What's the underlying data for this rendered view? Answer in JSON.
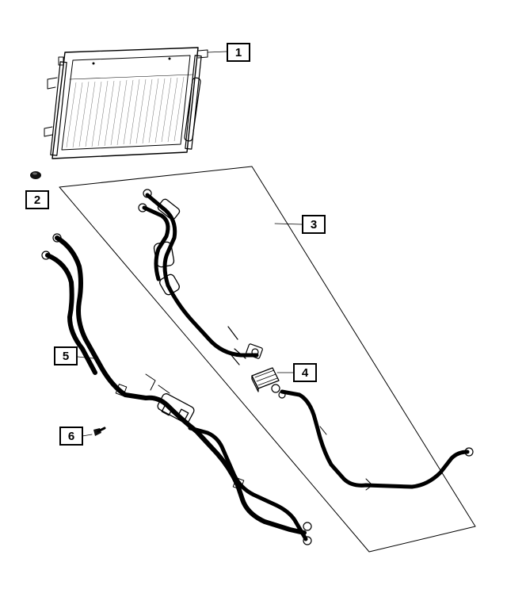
{
  "diagram": {
    "callouts": [
      {
        "id": "callout-1",
        "label": "1",
        "part": "condenser"
      },
      {
        "id": "callout-2",
        "label": "2",
        "part": "plug"
      },
      {
        "id": "callout-3",
        "label": "3",
        "part": "suction-line-kit"
      },
      {
        "id": "callout-4",
        "label": "4",
        "part": "bracket"
      },
      {
        "id": "callout-5",
        "label": "5",
        "part": "liquid-line"
      },
      {
        "id": "callout-6",
        "label": "6",
        "part": "bolt"
      }
    ]
  }
}
